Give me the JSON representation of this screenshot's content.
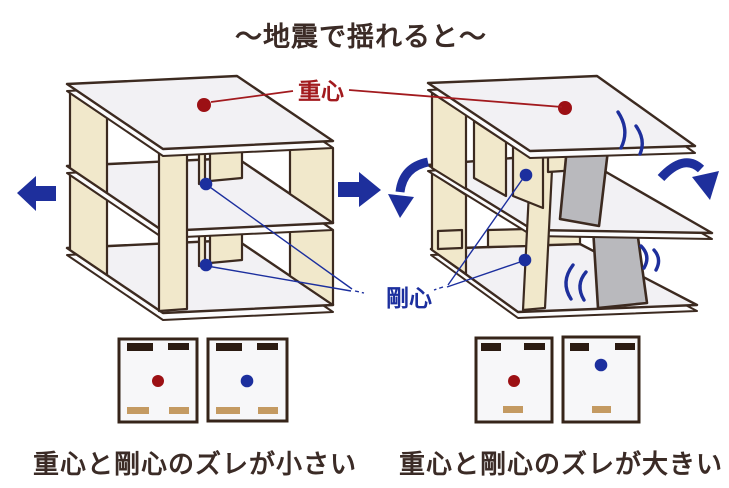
{
  "title": "～地震で揺れると～",
  "legend": {
    "center_of_gravity_label": "重心",
    "center_of_rigidity_label": "剛心"
  },
  "captions": {
    "left": "重心と剛心のズレが小さい",
    "right": "重心と剛心のズレが大きい"
  },
  "colors": {
    "outline": "#3c2a20",
    "slab": "#f2f1f4",
    "wall": "#f1e8cb",
    "deformed_panel": "#b9b9bd",
    "blue": "#1e2f9c",
    "red": "#a21a1e",
    "text": "#3b2b26",
    "dark_bar": "#2b1b12",
    "tan_bar": "#c49a62",
    "dot_red": "#9c1014",
    "dot_blue": "#1c2f9e"
  }
}
